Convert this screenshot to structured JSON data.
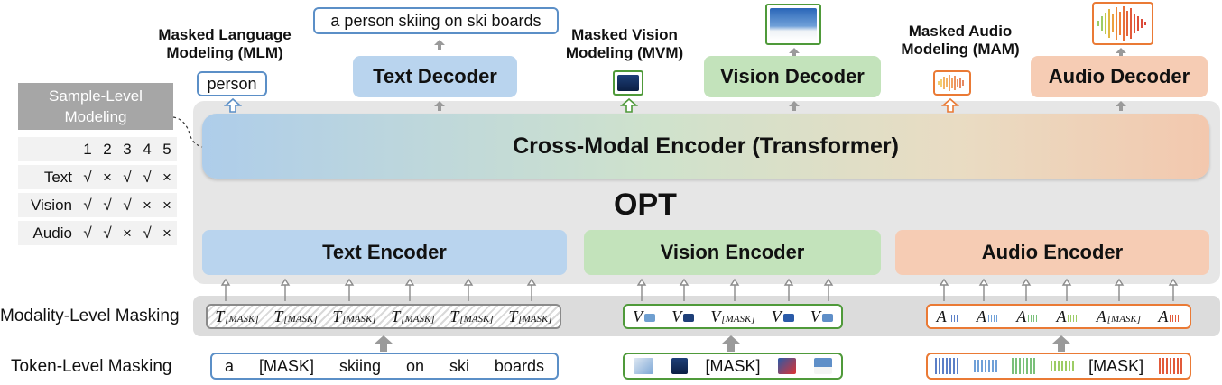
{
  "model_name": "OPT",
  "cross_modal_encoder": "Cross-Modal Encoder (Transformer)",
  "encoders": {
    "text": "Text Encoder",
    "vision": "Vision Encoder",
    "audio": "Audio Encoder"
  },
  "decoders": {
    "text": "Text Decoder",
    "vision": "Vision Decoder",
    "audio": "Audio Decoder"
  },
  "tasks": {
    "mlm_line1": "Masked Language",
    "mlm_line2": "Modeling (MLM)",
    "mvm_line1": "Masked Vision",
    "mvm_line2": "Modeling (MVM)",
    "mam_line1": "Masked Audio",
    "mam_line2": "Modeling (MAM)"
  },
  "mlm_output": "person",
  "text_decoder_output": "a person skiing on ski boards",
  "row_labels": {
    "modality": "Modality-Level Masking",
    "token": "Token-Level Masking"
  },
  "text_tokens": [
    "a",
    "[MASK]",
    "skiing",
    "on",
    "ski",
    "boards"
  ],
  "vision_mask_token": "[MASK]",
  "audio_mask_token": "[MASK]",
  "masked_text_tokens": {
    "symbol": "T",
    "subscript": "[MASK]"
  },
  "vision_modality_tokens": {
    "symbol": "V",
    "mask_subscript": "[MASK]"
  },
  "audio_modality_tokens": {
    "symbol": "A",
    "mask_subscript": "[MASK]"
  },
  "sample_level": {
    "title_line1": "Sample-Level",
    "title_line2": "Modeling",
    "columns": [
      "1",
      "2",
      "3",
      "4",
      "5"
    ],
    "rows": [
      {
        "label": "Text",
        "values": [
          "√",
          "×",
          "√",
          "√",
          "×"
        ]
      },
      {
        "label": "Vision",
        "values": [
          "√",
          "√",
          "√",
          "×",
          "×"
        ]
      },
      {
        "label": "Audio",
        "values": [
          "√",
          "√",
          "×",
          "√",
          "×"
        ]
      }
    ]
  },
  "colors": {
    "text_blue": "#b9d4ee",
    "vision_green": "#c3e3bb",
    "audio_orange": "#f6ccb4",
    "panel_gray": "#e6e6e6"
  }
}
